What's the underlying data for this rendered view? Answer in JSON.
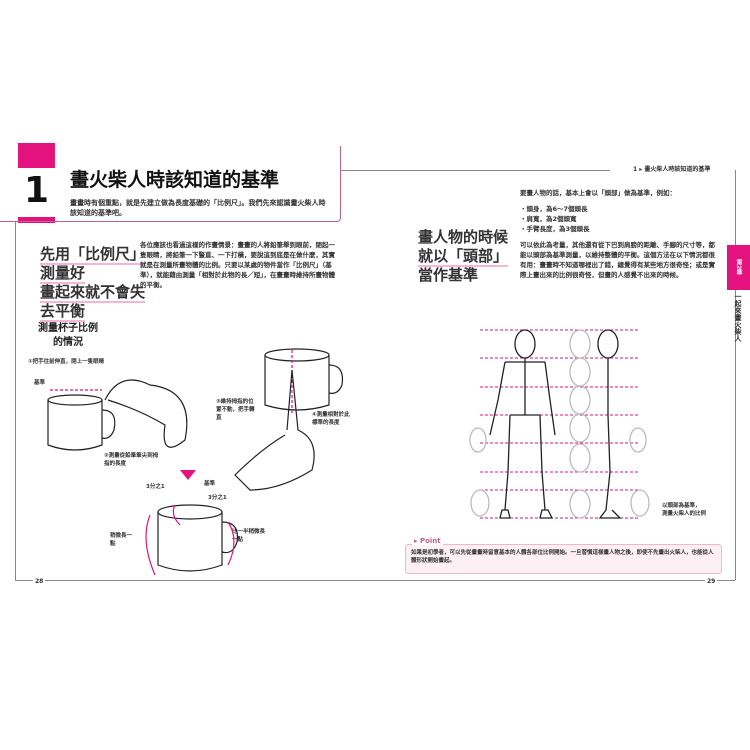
{
  "left_page": {
    "chapter_number": "1",
    "title": "畫火柴人時該知道的基準",
    "intro": "畫畫時有個重點，就是先建立做為長度基礎的「比例尺」。我們先來認識畫火柴人時該知道的基準吧。",
    "heading_lines": [
      "先用「比例尺」",
      "測量好",
      "畫起來就不會失",
      "去平衡"
    ],
    "body": "各位應該也看過這樣的作畫情景：畫畫的人將鉛筆舉到眼前，閉起一隻眼睛，將鉛筆一下豎直、一下打橫，要說這到底是在做什麼，其實就是在測量所畫物體的比例。只要以某處的物件當作「比例尺」（基準），就能藉由測量「相對於此物的長／短」，在畫畫時維持所畫物體的平衡。",
    "figure_title": [
      "測量杯子比例",
      "的情況"
    ],
    "labels": {
      "step1": "①把手往前伸直，閉上一隻眼睛",
      "base1": "基準",
      "step2": "②測量從鉛筆筆尖到拇指的長度",
      "step3": "③維持拇指的位置不動，把手轉直",
      "step4": "④測量相對於此標準的長度",
      "third_a": "3分之1",
      "base2": "基準",
      "third_b": "3分之1",
      "longer": "稍微長一點",
      "shorter": "比一半稍微長一點"
    },
    "page_number": "28"
  },
  "right_page": {
    "running_header": "1 ▸ 畫火柴人時該知道的基準",
    "heading_lines": [
      "畫人物的時候",
      "就以「頭部」",
      "當作基準"
    ],
    "body_intro": "要畫人物的話，基本上會以「頭部」做為基準，例如：",
    "bullets": [
      "・頭身，為6〜7個頭長",
      "・肩寬，為2個頭寬",
      "・手臂長度，為3個頭長"
    ],
    "body_more": "可以依此為考量，其他還有從下巴到肩膀的距離、手腳的尺寸等，都能以頭部為基準測量，以維持整體的平衡。這個方法在以下情況都很有用：畫畫時不知道哪裡出了錯，總覺得有某些地方很奇怪；或是實際上畫出來的比例很奇怪，但畫的人感覺不出來的時候。",
    "caption": [
      "以頭部為基準，",
      "測量火柴人的比例"
    ],
    "point_label": "▸ Point",
    "point_text": "如果是初學者，可以先從畫畫時留意基本的人體各部位比例開始。一旦習慣這樣畫人物之後，即使不先畫出火柴人，也能從人體形狀開始畫起。",
    "side_tab": "第2章",
    "side_title": "一起來畫火柴人",
    "page_number": "29"
  },
  "colors": {
    "accent": "#e4127f"
  }
}
